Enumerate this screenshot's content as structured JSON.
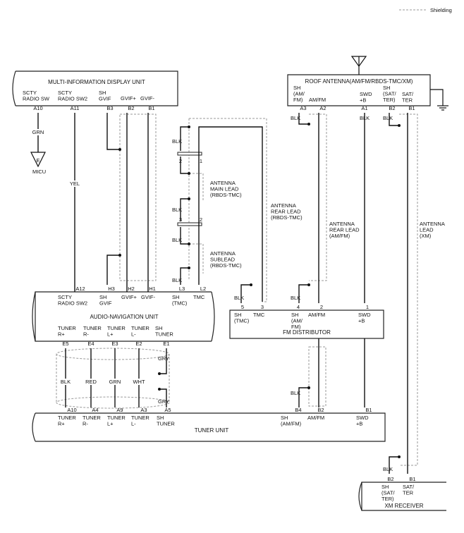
{
  "legend": {
    "shielding": "Shielding"
  },
  "units": {
    "mid": {
      "title": "MULTI-INFORMATION DISPLAY UNIT",
      "pins": [
        {
          "label": "SCTY\nRADIO SW",
          "pin": "A10"
        },
        {
          "label": "SCTY\nRADIO SW2",
          "pin": "A11"
        },
        {
          "label": "SH\nGVIF",
          "pin": "B3"
        },
        {
          "label": "GVIF+",
          "pin": "B2"
        },
        {
          "label": "GVIF-",
          "pin": "B1"
        }
      ]
    },
    "roof": {
      "title": "ROOF ANTENNA(AM/FM/RBDS-TMC/XM)",
      "pins": [
        {
          "label": "SH\n(AM/\nFM)",
          "pin": "A3"
        },
        {
          "label": "AM/FM",
          "pin": "A2"
        },
        {
          "label": "SWD\n+B",
          "pin": "A1"
        },
        {
          "label": "SH\n(SAT/\nTER)",
          "pin": "B2"
        },
        {
          "label": "SAT/\nTER",
          "pin": "B1"
        }
      ]
    },
    "nav": {
      "title": "AUDIO-NAVIGATION UNIT",
      "top_pins": [
        {
          "label": "SCTY\nRADIO SW2",
          "pin": "A12"
        },
        {
          "label": "SH\nGVIF",
          "pin": "H3"
        },
        {
          "label": "GVIF+",
          "pin": "H2"
        },
        {
          "label": "GVIF-",
          "pin": "H1"
        },
        {
          "label": "SH\n(TMC)",
          "pin": "L3"
        },
        {
          "label": "TMC",
          "pin": "L2"
        }
      ],
      "bottom_pins": [
        {
          "label": "TUNER\nR+",
          "pin": "E5"
        },
        {
          "label": "TUNER\nR-",
          "pin": "E4"
        },
        {
          "label": "TUNER\nL+",
          "pin": "E3"
        },
        {
          "label": "TUNER\nL-",
          "pin": "E2"
        },
        {
          "label": "SH\nTUNER",
          "pin": "E1"
        }
      ]
    },
    "fm": {
      "title": "FM DISTRIBUTOR",
      "pins": [
        {
          "label": "SH\n(TMC)",
          "pin": "5"
        },
        {
          "label": "TMC",
          "pin": "3"
        },
        {
          "label": "SH\n(AM/\nFM)",
          "pin": "4"
        },
        {
          "label": "AM/FM",
          "pin": "2"
        },
        {
          "label": "SWD\n+B",
          "pin": "1"
        }
      ]
    },
    "tuner": {
      "title": "TUNER UNIT",
      "pins": [
        {
          "label": "TUNER\nR+",
          "pin": "A10"
        },
        {
          "label": "TUNER\nR-",
          "pin": "A4"
        },
        {
          "label": "TUNER\nL+",
          "pin": "A9"
        },
        {
          "label": "TUNER\nL-",
          "pin": "A3"
        },
        {
          "label": "SH\nTUNER",
          "pin": "A5"
        },
        {
          "label": "SH\n(AM/FM)",
          "pin": "B4"
        },
        {
          "label": "AM/FM",
          "pin": "B2"
        },
        {
          "label": "SWD\n+B",
          "pin": "B1"
        }
      ]
    },
    "xm": {
      "title": "XM RECEIVER",
      "pins": [
        {
          "label": "SH\n(SAT/\nTER)",
          "pin": "B2"
        },
        {
          "label": "SAT/\nTER",
          "pin": "B1"
        }
      ]
    }
  },
  "ground": {
    "letter": "E",
    "name": "MICU"
  },
  "wire_colors": {
    "grn": "GRN",
    "yel": "YEL",
    "blk": "BLK",
    "red": "RED",
    "wht": "WHT",
    "gry": "GRY"
  },
  "leads": {
    "main": "ANTENNA\nMAIN LEAD\n(RBDS-TMC)",
    "sub": "ANTENNA\nSUBLEAD\n(RBDS-TMC)",
    "rear_rbds": "ANTENNA\nREAR LEAD\n(RBDS-TMC)",
    "rear_amfm": "ANTENNA\nREAR LEAD\n(AM/FM)",
    "xm": "ANTENNA\nLEAD\n(XM)"
  },
  "connector_pins": {
    "c1_left": "2",
    "c1_right": "1",
    "c2_left": "3",
    "c2_right": "2"
  }
}
